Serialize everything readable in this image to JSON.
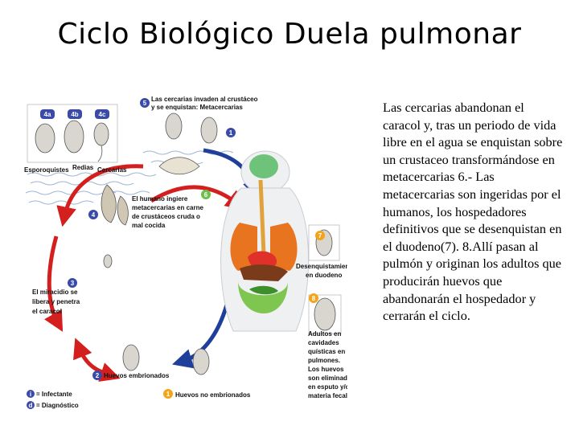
{
  "title": "Ciclo Biológico Duela pulmonar",
  "description": "Las cercarias abandonan el caracol y, tras un periodo de vida libre en el agua se enquistan sobre un crustaceo transformándose en metacercarias 6.- Las metacercarias son ingeridas por el  humanos,  los hospedadores definitivos que se desenquistan en el duodeno(7). 8.Allí pasan al pulmón y originan los adultos que producirán huevos que abandonarán el hospedador y cerrarán el ciclo.",
  "diagram": {
    "step5": {
      "num": "5",
      "line1": "Las cercarias invaden al crustáceo",
      "line2": "y se enquistan: Metacercarias"
    },
    "step4a": {
      "num": "4a",
      "label": "Esporoquistes"
    },
    "step4b": {
      "num": "4b",
      "label": "Redias"
    },
    "step4c": {
      "num": "4c",
      "label": "Cercarias"
    },
    "step4": {
      "num": "4"
    },
    "step6": {
      "num": "6",
      "line1": "El humano ingiere",
      "line2": "metacercarias en carne",
      "line3": "de crustáceos cruda o",
      "line4": "mal cocida"
    },
    "step3": {
      "num": "3",
      "line1": "El miracidio se",
      "line2": "libera y penetra",
      "line3": "el caracol"
    },
    "step7": {
      "num": "7",
      "line1": "Desenquistamiento",
      "line2": "en duodeno"
    },
    "step8": {
      "num": "8",
      "line1": "Adultos en",
      "line2": "cavidades",
      "line3": "quísticas en",
      "line4": "pulmones.",
      "line5": "Los huevos",
      "line6": "son eliminados",
      "line7": "en esputo y/o",
      "line8": "materia fecal"
    },
    "step2": {
      "num": "2",
      "label": "Huevos embrionados"
    },
    "step1": {
      "num": "1",
      "label": "Huevos no embrionados"
    },
    "step1marker": {
      "num": "1"
    },
    "legend": {
      "infective_num": "i",
      "infective_label": "= Infectante",
      "diagnostic_num": "d",
      "diagnostic_label": "= Diagnóstico"
    },
    "colors": {
      "red_arrow": "#d41f1f",
      "blue_arrow": "#1f3f9a",
      "step_blue": "#3a4aa8",
      "step_yellow": "#f2a51a",
      "water": "#9fb7d4"
    }
  }
}
